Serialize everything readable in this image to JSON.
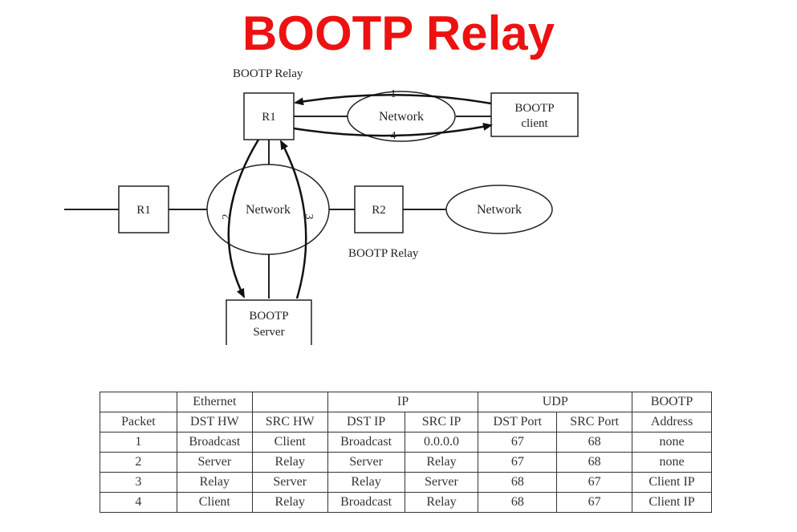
{
  "title": "BOOTP Relay",
  "diagram": {
    "relay_label_top": "BOOTP Relay",
    "relay_label_bottom": "BOOTP Relay",
    "r1_top": "R1",
    "r1_left": "R1",
    "r2": "R2",
    "network_top": "Network",
    "network_middle": "Network",
    "network_right": "Network",
    "client_line1": "BOOTP",
    "client_line2": "client",
    "server_line1": "BOOTP",
    "server_line2": "Server",
    "arrow_labels": [
      "1",
      "2",
      "3",
      "4"
    ]
  },
  "table": {
    "group_headers": [
      "",
      "Ethernet",
      "",
      "IP",
      "UDP",
      "BOOTP"
    ],
    "columns": [
      "Packet",
      "DST HW",
      "SRC HW",
      "DST IP",
      "SRC IP",
      "DST Port",
      "SRC Port",
      "Address"
    ],
    "rows": [
      [
        "1",
        "Broadcast",
        "Client",
        "Broadcast",
        "0.0.0.0",
        "67",
        "68",
        "none"
      ],
      [
        "2",
        "Server",
        "Relay",
        "Server",
        "Relay",
        "67",
        "68",
        "none"
      ],
      [
        "3",
        "Relay",
        "Server",
        "Relay",
        "Server",
        "68",
        "67",
        "Client IP"
      ],
      [
        "4",
        "Client",
        "Relay",
        "Broadcast",
        "Relay",
        "68",
        "67",
        "Client IP"
      ]
    ]
  }
}
